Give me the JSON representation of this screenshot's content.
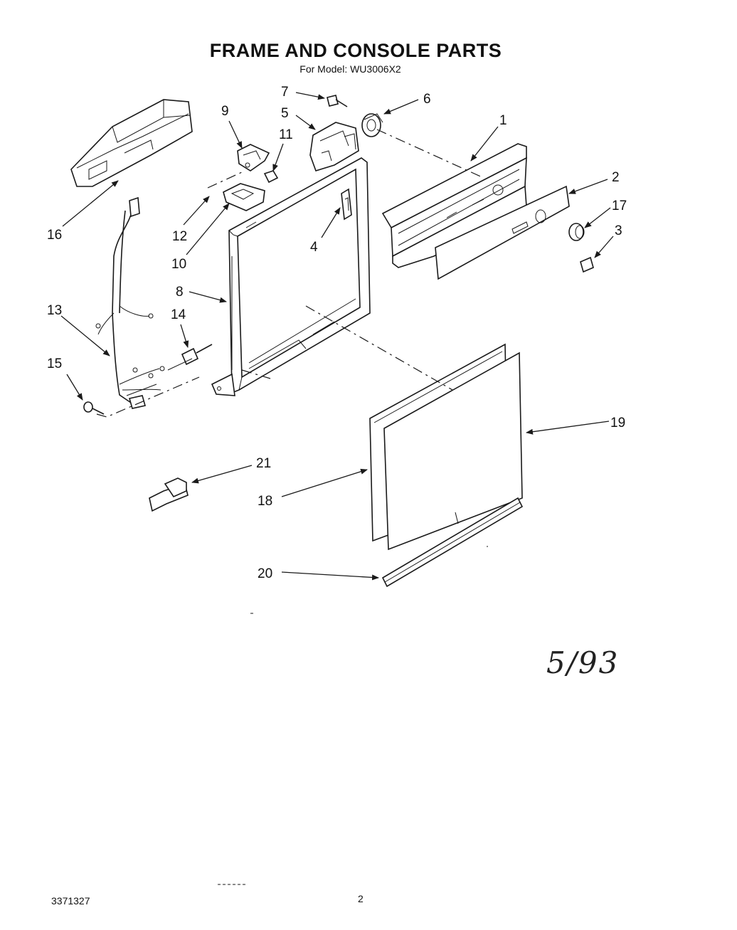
{
  "header": {
    "title": "FRAME AND CONSOLE PARTS",
    "subtitle": "For Model: WU3006X2"
  },
  "callouts": [
    "1",
    "2",
    "3",
    "4",
    "5",
    "6",
    "7",
    "8",
    "9",
    "10",
    "11",
    "12",
    "13",
    "14",
    "15",
    "16",
    "17",
    "18",
    "19",
    "20",
    "21"
  ],
  "handwritten_note": "5/93",
  "footer": {
    "document_number": "3371327",
    "page_number": "2"
  }
}
